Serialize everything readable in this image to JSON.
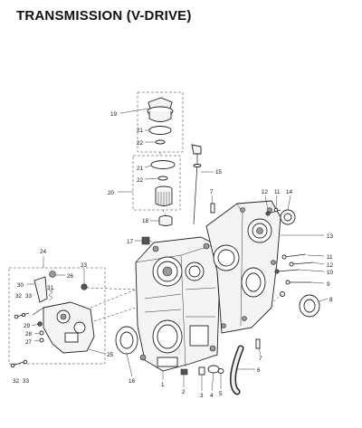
{
  "title": "TRANSMISSION (V-DRIVE)",
  "callouts": {
    "c1": "1",
    "c2": "2",
    "c3": "3",
    "c4": "4",
    "c5": "5",
    "c6": "6",
    "c7": "7",
    "c7b": "7",
    "c8": "8",
    "c9": "9",
    "c10": "10",
    "c11": "11",
    "c11b": "11",
    "c12": "12",
    "c12b": "12",
    "c13": "13",
    "c14": "14",
    "c15": "15",
    "c16": "16",
    "c17": "17",
    "c18": "18",
    "c19": "19",
    "c20": "20",
    "c21": "21",
    "c21b": "21",
    "c22": "22",
    "c22b": "22",
    "c23": "23",
    "c24": "24",
    "c25": "25",
    "c26": "26",
    "c27": "27",
    "c28": "28",
    "c29": "29",
    "c30": "30",
    "c31": "31",
    "c32": "32",
    "c32b": "32",
    "c33": "33",
    "c33b": "33"
  }
}
